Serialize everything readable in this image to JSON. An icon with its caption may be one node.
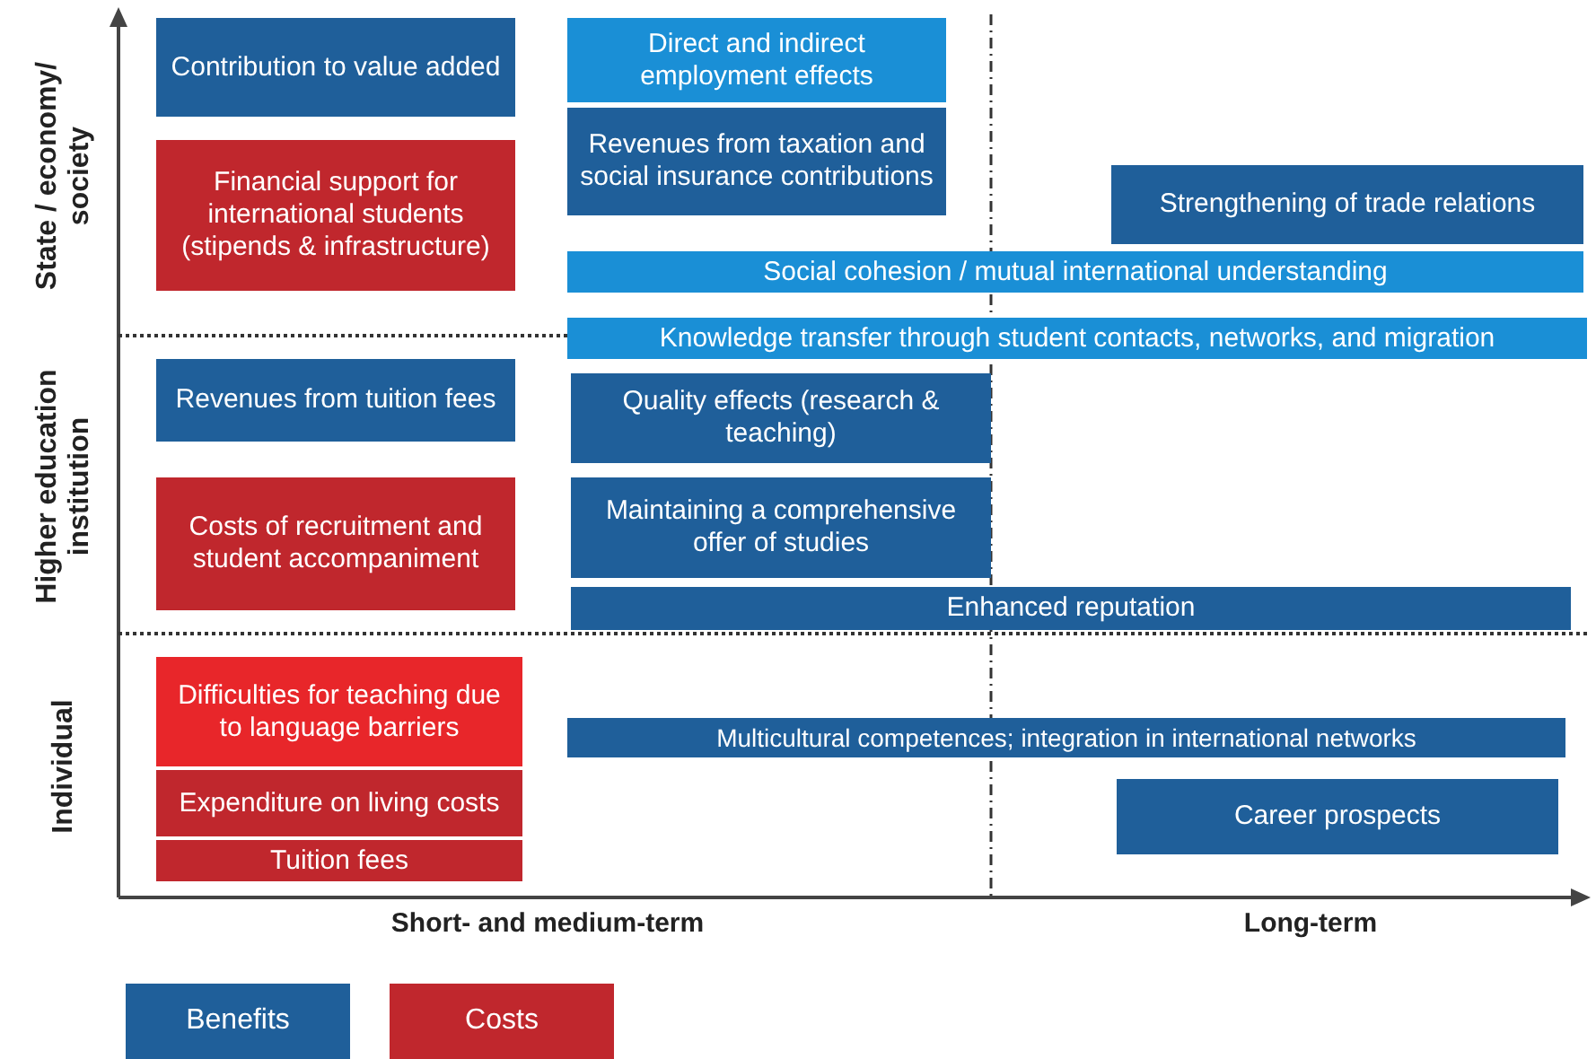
{
  "diagram": {
    "nodes": [
      {
        "text": [
          "Contribution to value added"
        ]
      },
      {
        "text": [
          "Direct and indirect employment effects"
        ]
      },
      {
        "text": [
          "Revenues from taxation and social insurance contributions"
        ]
      },
      {
        "text": [
          "Financial support for international students (stipends & infrastructure)"
        ]
      },
      {
        "text": [
          "Strengthening of trade relations"
        ]
      },
      {
        "text": [
          "Social cohesion / mutual international understanding"
        ]
      },
      {
        "text": [
          "Knowledge transfer through student contacts, networks, and migration"
        ]
      },
      {
        "text": [
          "Revenues from tuition fees"
        ]
      },
      {
        "text": [
          "Quality effects (research & teaching)"
        ]
      },
      {
        "text": [
          "Costs of recruitment and student accompaniment"
        ]
      },
      {
        "text": [
          "Maintaining a comprehensive offer of studies"
        ]
      },
      {
        "text": [
          "Enhanced reputation"
        ]
      },
      {
        "text": [
          "Difficulties for teaching due to language barriers"
        ]
      },
      {
        "text": [
          "Expenditure on living costs"
        ]
      },
      {
        "text": [
          "Tuition fees"
        ]
      },
      {
        "text": [
          "Multicultural competences; integration in international networks"
        ]
      },
      {
        "text": [
          "Career prospects"
        ]
      }
    ],
    "labels": [
      "State / economy/ society",
      "Higher education institution",
      "Individual",
      "Short- and medium-term",
      "Long-term"
    ],
    "legend": [
      {
        "text": "Benefits",
        "color": "#1f5f9a"
      },
      {
        "text": "Costs",
        "color": "#c0272d"
      }
    ]
  }
}
